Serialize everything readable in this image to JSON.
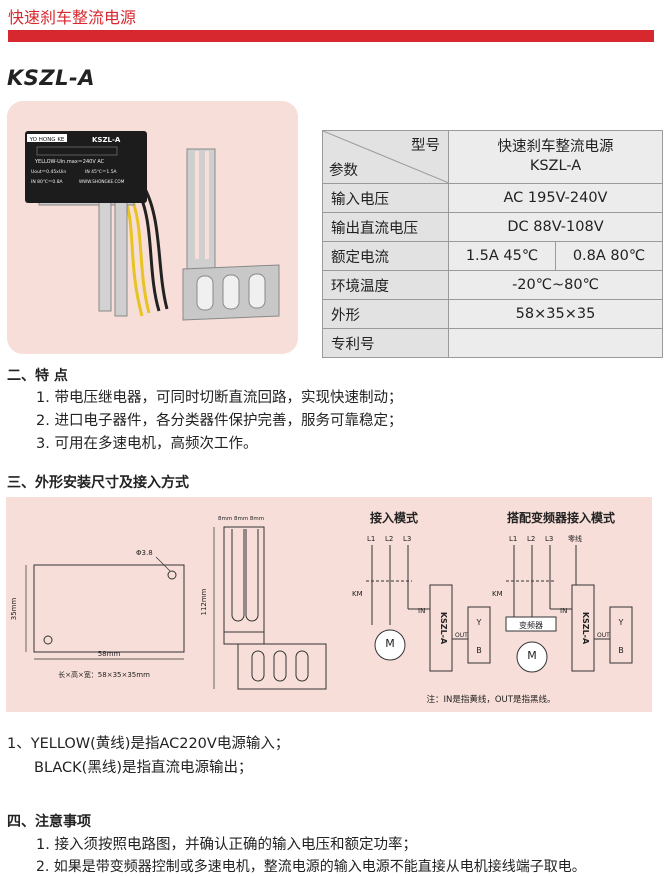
{
  "header": {
    "title": "快速刹车整流电源"
  },
  "model": "KSZL-A",
  "device": {
    "brand": "YO HONG KE",
    "model": "KSZL-A",
    "line1": "YELLOW-Uin.max＝240V AC",
    "line2": "Uout＝0.45xUin",
    "line3": "IN 45℃＝1.5A",
    "line4": "IN 80℃＝0.8A",
    "url": "WWW.SHONGKE.COM"
  },
  "spec_table": {
    "header_type": "型号",
    "header_param": "参数",
    "header_name": "快速刹车整流电源",
    "header_model": "KSZL-A",
    "rows": [
      {
        "label": "输入电压",
        "value": "AC 195V-240V"
      },
      {
        "label": "输出直流电压",
        "value": "DC 88V-108V"
      },
      {
        "label": "额定电流",
        "value_a": "1.5A 45℃",
        "value_b": "0.8A 80℃"
      },
      {
        "label": "环境温度",
        "value": "-20℃~80℃"
      },
      {
        "label": "外形",
        "value": "58×35×35"
      },
      {
        "label": "专利号",
        "value": ""
      }
    ]
  },
  "section2": {
    "title": "二、特 点",
    "items": [
      "1. 带电压继电器，可同时切断直流回路，实现快速制动；",
      "2. 进口电子器件，各分类器件保护完善，服务可靠稳定；",
      "3. 可用在多速电机，高频次工作。"
    ]
  },
  "section3": {
    "title": "三、外形安装尺寸及接入方式"
  },
  "dims": {
    "hole": "Φ3.8",
    "height": "35mm",
    "width": "58mm",
    "caption": "长×高×宽：58×35×35mm",
    "top_dims": "8mm 8mm 8mm",
    "bracket_height": "112mm"
  },
  "wiring": {
    "title_a": "接入模式",
    "title_b": "搭配变频器接入模式",
    "l1": "L1",
    "l2": "L2",
    "l3": "L3",
    "zero": "零线",
    "km": "KM",
    "in": "IN",
    "out": "OUT",
    "device": "KSZL-A",
    "y": "Y",
    "b": "B",
    "motor": "M",
    "inverter": "变频器",
    "note": "注：IN是指黄线，OUT是指黑线。"
  },
  "wire_notes": {
    "line1": "1、YELLOW(黄线)是指AC220V电源输入；",
    "line2": "BLACK(黑线)是指直流电源输出；"
  },
  "section4": {
    "title": "四、注意事项",
    "items": [
      "1. 接入须按照电路图，并确认正确的输入电压和额定功率；",
      "2. 如果是带变频器控制或多速电机，整流电源的输入电源不能直接从电机接线端子取电。"
    ]
  }
}
